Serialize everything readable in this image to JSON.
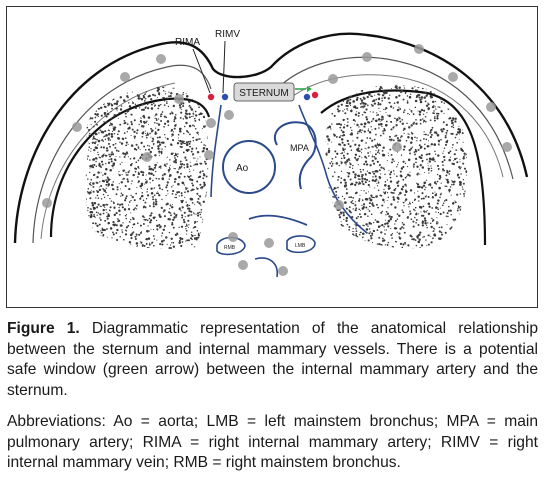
{
  "figure": {
    "labels": {
      "rima": "RIMA",
      "rimv": "RIMV",
      "sternum": "STERNUM",
      "ao": "Ao",
      "mpa": "MPA",
      "rmb": "RMB",
      "lmb": "LMB"
    },
    "colors": {
      "outline": "#111111",
      "vessel": "#2b4a8a",
      "artery_dot": "#d81f3c",
      "vein_dot": "#2a4fb0",
      "safe_arrow": "#2fa84a",
      "lung_stipple": "#3a3a3a",
      "sternum_fill": "#d9d9d9"
    }
  },
  "caption": {
    "figure_number": "Figure 1.",
    "text": " Diagrammatic representation of the anatomical relationship between the sternum and internal mammary vessels. There is a potential safe window (green arrow) between the internal mammary artery and the sternum."
  },
  "abbreviations": "Abbreviations: Ao = aorta; LMB = left mainstem bronchus; MPA = main pulmonary artery; RIMA = right internal mammary artery; RIMV = right internal mammary vein; RMB = right mainstem bronchus."
}
